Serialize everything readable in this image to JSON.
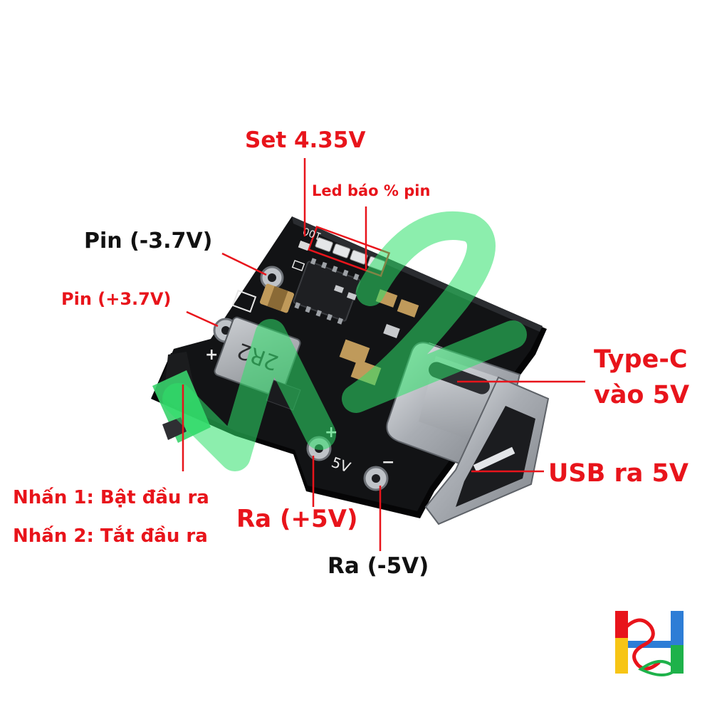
{
  "labels": {
    "set": "Set 4.35V",
    "led": "Led báo % pin",
    "pin_neg": "Pin (-3.7V)",
    "pin_pos": "Pin (+3.7V)",
    "typec_line1": "Type-C",
    "typec_line2": "vào 5V",
    "usb": "USB ra 5V",
    "press1": "Nhấn 1: Bật đầu ra",
    "press2": "Nhấn 2: Tắt đầu ra",
    "out_pos": "Ra (+5V)",
    "out_neg": "Ra (-5V)"
  },
  "board": {
    "inductor_marking": "2R2",
    "silk_100": "100",
    "silk_5v": "5V",
    "silk_plus": "+",
    "silk_minus": "−"
  },
  "colors": {
    "accent_red": "#e8141b",
    "text_black": "#111111",
    "pcb": "#111214",
    "watermark_green": "#2ee06a"
  }
}
